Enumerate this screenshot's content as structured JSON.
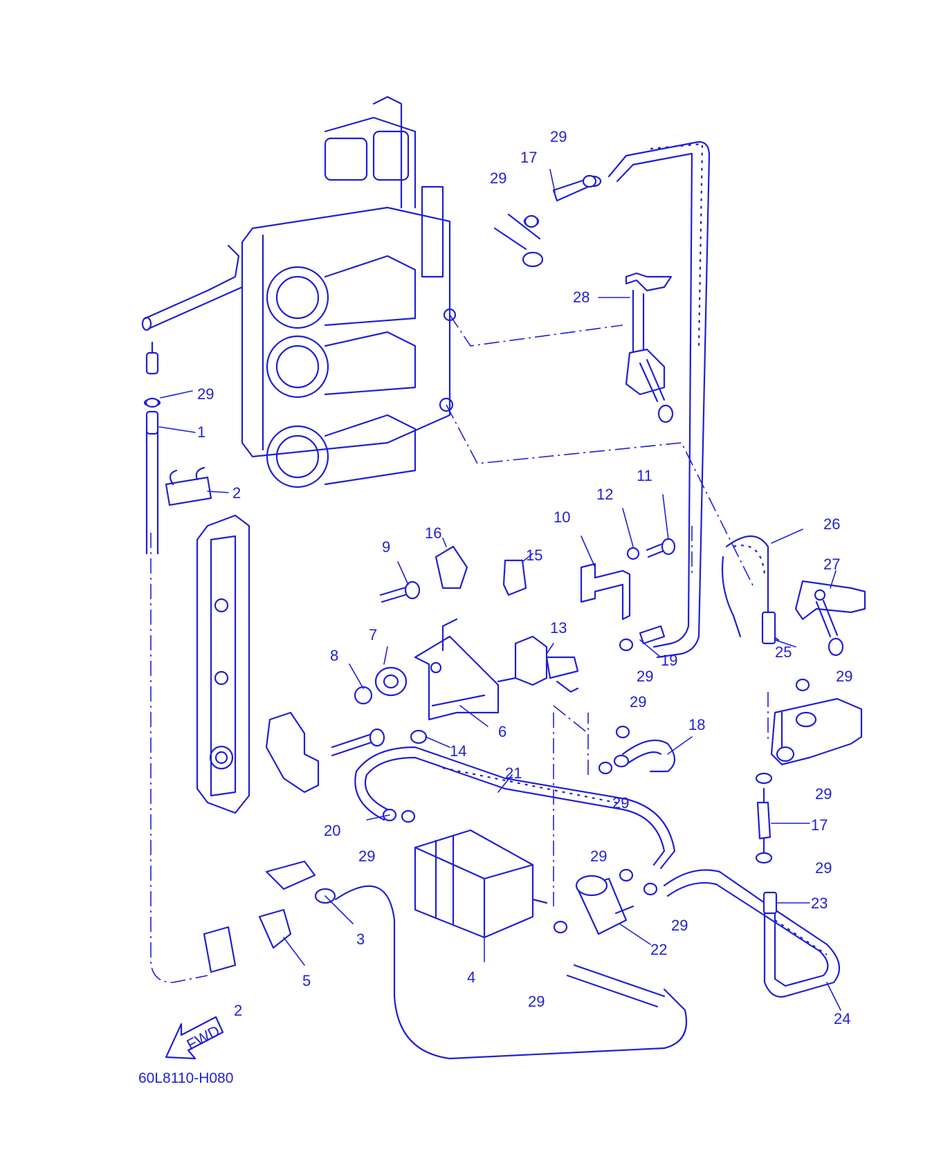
{
  "diagram": {
    "code": "60L8110-H080",
    "fwd_label": "FWD",
    "callouts": [
      "1",
      "2",
      "2",
      "3",
      "4",
      "5",
      "6",
      "7",
      "8",
      "9",
      "10",
      "11",
      "12",
      "13",
      "14",
      "15",
      "16",
      "17",
      "17",
      "18",
      "19",
      "20",
      "21",
      "22",
      "23",
      "24",
      "25",
      "26",
      "27",
      "28",
      "29",
      "29",
      "29",
      "29",
      "29",
      "29",
      "29",
      "29",
      "29",
      "29",
      "29",
      "29",
      "29"
    ],
    "accent_color": "#1f1fd6"
  }
}
